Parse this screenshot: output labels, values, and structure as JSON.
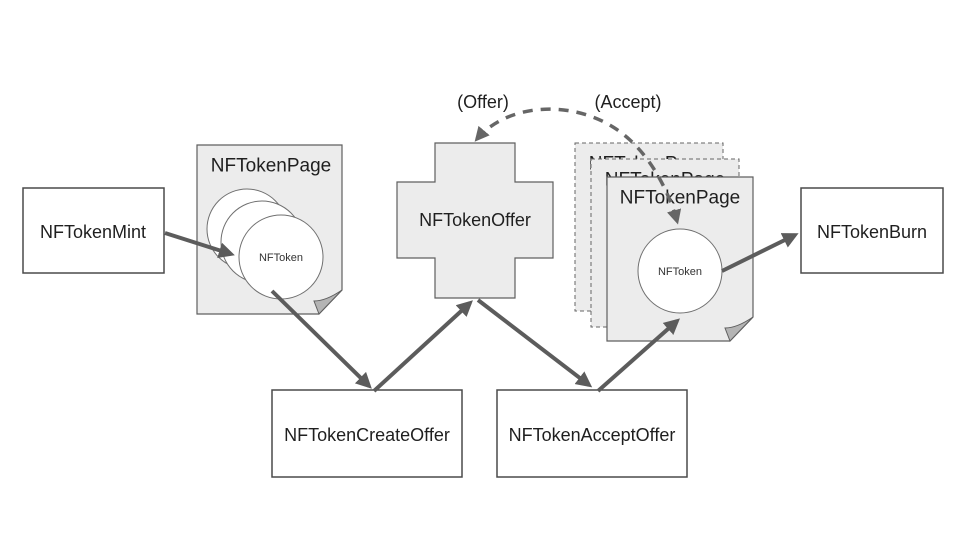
{
  "diagram": {
    "labels": {
      "mint": "NFTokenMint",
      "create_offer": "NFTokenCreateOffer",
      "accept_offer": "NFTokenAcceptOffer",
      "burn": "NFTokenBurn",
      "offer_node": "NFTokenOffer",
      "page_left_title": "NFTokenPage",
      "token_left": "NFToken",
      "page_right_title": "NFTokenPage",
      "page_right_back_title_1": "NFTokenPage",
      "page_right_back_title_2": "NFTokenPage",
      "token_right": "NFToken",
      "offer_annotation": "(Offer)",
      "accept_annotation": "(Accept)"
    },
    "colors": {
      "background": "#ffffff",
      "shape_fill": "#ececec",
      "shape_stroke": "#5f5f5f",
      "box_stroke": "#4a4a4a",
      "arrow": "#5c5c5c",
      "fold_fill": "#b4b4b4",
      "text": "#1f1f1f"
    }
  }
}
